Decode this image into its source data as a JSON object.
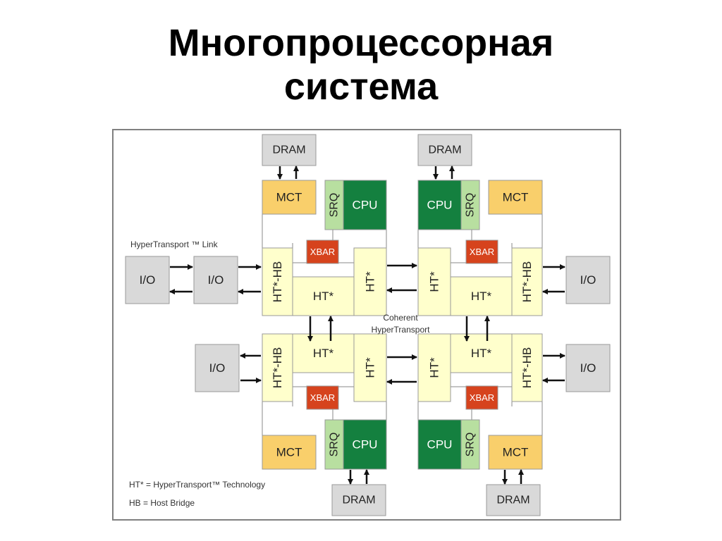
{
  "slide": {
    "title_line1": "Многопроцессорная",
    "title_line2": "система"
  },
  "diagram": {
    "labels": {
      "dram": "DRAM",
      "mct": "MCT",
      "srq": "SRQ",
      "cpu": "CPU",
      "xbar": "XBAR",
      "ht": "HT*",
      "ht_hb": "HT*-HB",
      "io": "I/O"
    },
    "link_label": "HyperTransport ™ Link",
    "coherent_label_1": "Coherent",
    "coherent_label_2": "HyperTransport",
    "legend": [
      "HT* = HyperTransport™ Technology",
      "HB = Host Bridge"
    ],
    "colors": {
      "dram": "#d9d9d9",
      "io": "#d9d9d9",
      "mct": "#f9cf6b",
      "srq": "#b8dfa0",
      "cpu": "#14803f",
      "xbar": "#d6431d",
      "ht": "#ffffcc",
      "frame": "#808080"
    }
  }
}
